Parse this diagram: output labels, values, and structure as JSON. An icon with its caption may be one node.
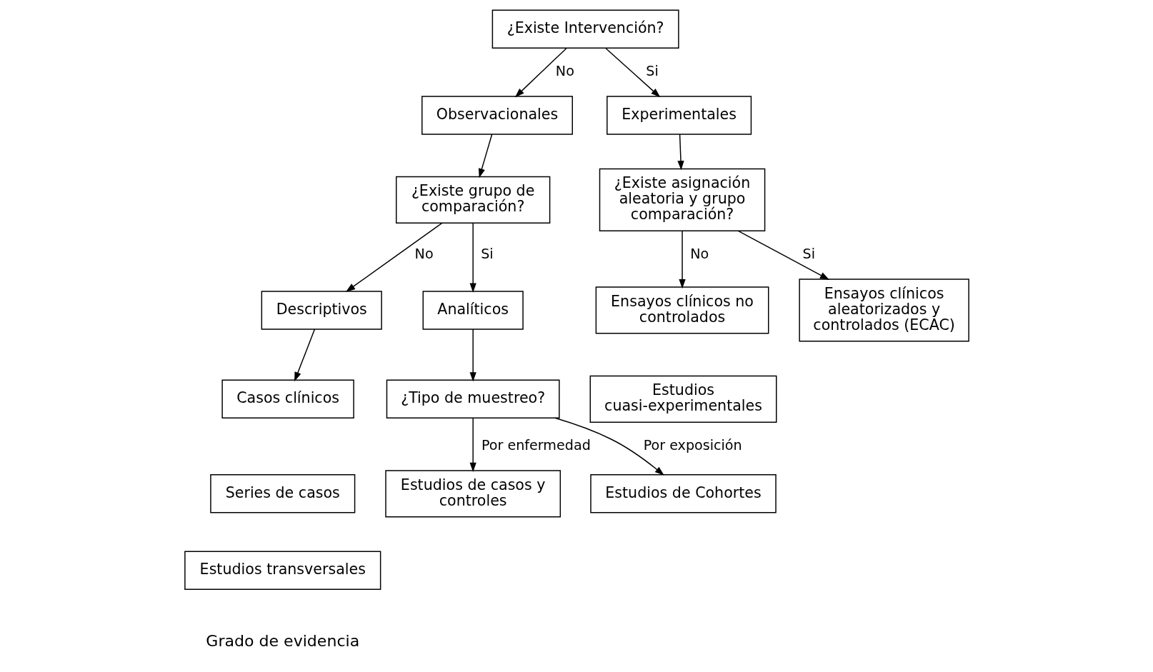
{
  "diagram": {
    "nodes": [
      {
        "text": [
          "¿Existe Intervención?"
        ]
      },
      {
        "text": [
          "Observacionales"
        ]
      },
      {
        "text": [
          "Experimentales"
        ]
      },
      {
        "text": [
          "¿Existe grupo de comparación?"
        ]
      },
      {
        "text": [
          "¿Existe asignación aleatoria y grupo comparación?"
        ]
      },
      {
        "text": [
          "Descriptivos"
        ]
      },
      {
        "text": [
          "Analíticos"
        ]
      },
      {
        "text": [
          "Casos clínicos"
        ]
      },
      {
        "text": [
          "Series de casos"
        ]
      },
      {
        "text": [
          "Estudios transversales"
        ]
      },
      {
        "text": [
          "¿Tipo de muestreo?"
        ]
      },
      {
        "text": [
          "Estudios de casos y controles"
        ]
      },
      {
        "text": [
          "Estudios de Cohortes"
        ]
      },
      {
        "text": [
          "Ensayos clínicos no controlados"
        ]
      },
      {
        "text": [
          "Estudios cuasi-experimentales"
        ]
      },
      {
        "text": [
          "Ensayos clínicos aleatorizados y controlados (ECAC)"
        ]
      }
    ],
    "edges": [
      {
        "from": 0,
        "to": 1,
        "arrow": "to",
        "label": "No"
      },
      {
        "from": 0,
        "to": 2,
        "arrow": "to",
        "label": "Si"
      },
      {
        "from": 1,
        "to": 3,
        "arrow": "to"
      },
      {
        "from": 2,
        "to": 4,
        "arrow": "to"
      },
      {
        "from": 3,
        "to": 5,
        "arrow": "to",
        "label": "No"
      },
      {
        "from": 3,
        "to": 6,
        "arrow": "to",
        "label": "Si"
      },
      {
        "from": 5,
        "to": 7,
        "arrow": "to"
      },
      {
        "from": 6,
        "to": 10,
        "arrow": "to"
      },
      {
        "from": 10,
        "to": 11,
        "arrow": "to",
        "label": "Por enfermedad"
      },
      {
        "from": 10,
        "to": 12,
        "arrow": "to",
        "label": "Por exposición"
      },
      {
        "from": 4,
        "to": 13,
        "arrow": "to",
        "label": "No"
      },
      {
        "from": 4,
        "to": 15,
        "arrow": "to",
        "label": "Si"
      }
    ],
    "labels": [
      "Grado de evidencia"
    ]
  }
}
